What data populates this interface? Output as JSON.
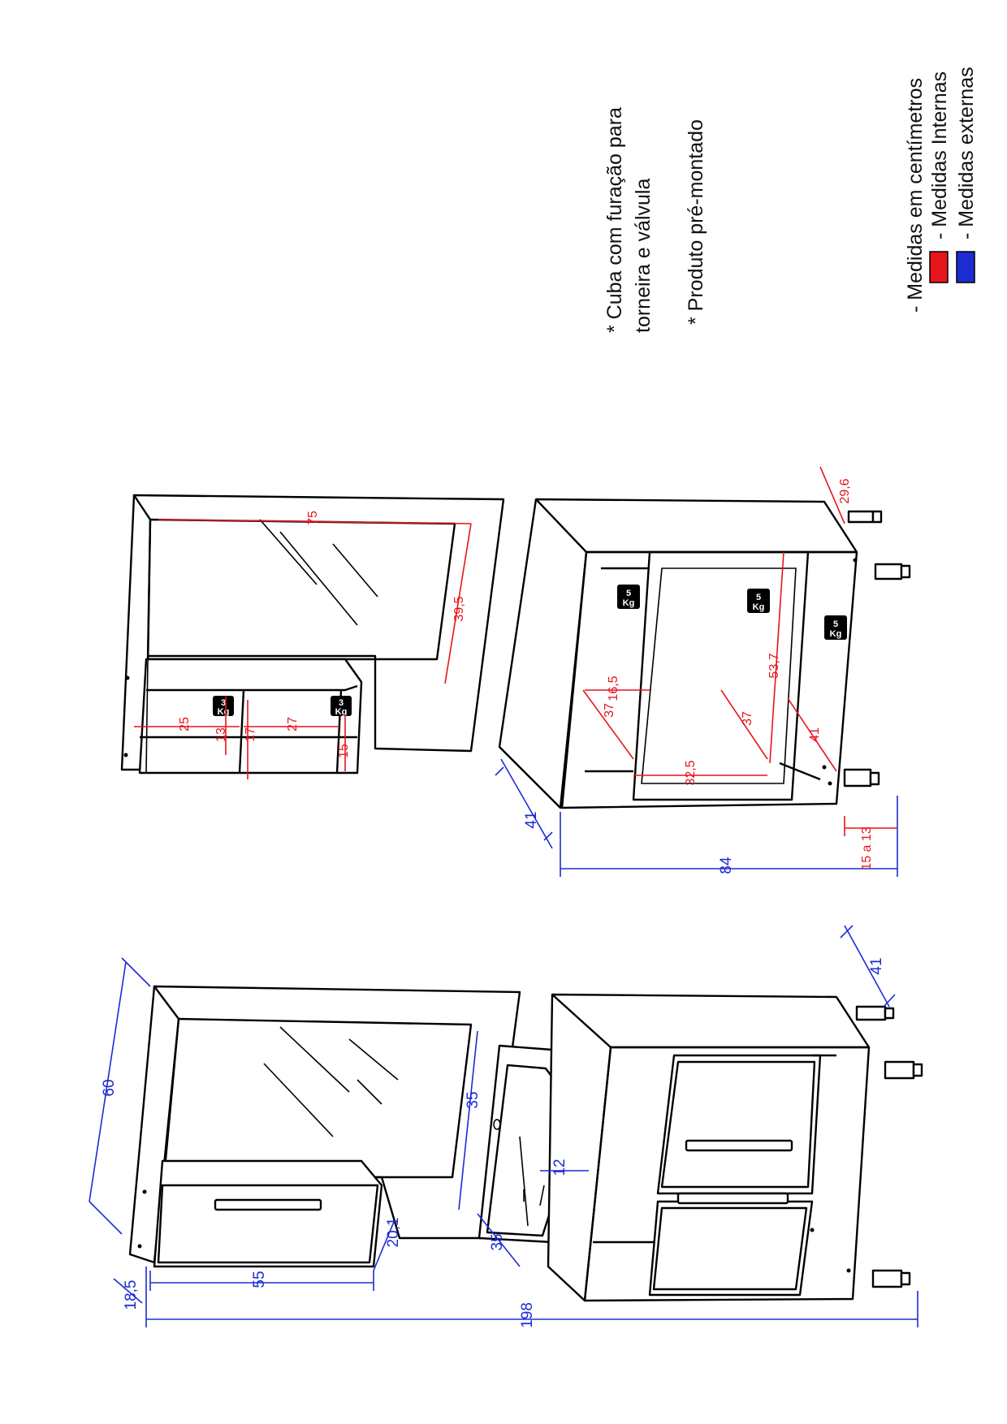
{
  "notes": {
    "note1_line1": "* Cuba com furação para",
    "note1_line2": "torneira e válvula",
    "note2": "* Produto pré-montado"
  },
  "legend": {
    "title": "- Medidas em centímetros",
    "internal": "- Medidas Internas",
    "external": "- Medidas externas",
    "internal_color": "#e8141b",
    "external_color": "#1d2bd3"
  },
  "weights": {
    "w3": "3",
    "w5": "5",
    "unit": "Kg"
  },
  "assembled_view": {
    "width_total": "198",
    "mirror_height": "60",
    "wall_cabinet_height": "55",
    "cabinet_depth": "18,5",
    "wall_cabinet_depth": "20,1",
    "basin_length": "35",
    "basin_width": "35",
    "basin_depth": "12",
    "vanity_depth": "41"
  },
  "open_view": {
    "mirror_width": "75",
    "mirror_height": "39,5",
    "shelf_width_left": "25",
    "shelf_width_right": "27",
    "shelf_h13": "13",
    "shelf_h17": "17",
    "shelf_h15": "15",
    "vanity_depth": "41",
    "vanity_width": "84",
    "leg_height": "15 a 13",
    "top_overhang": "29,6",
    "drawer_d37a": "37",
    "drawer_h16": "16,5",
    "drawer_w32": "32,5",
    "drawer_d37b": "37",
    "drawer_w53": "53,7",
    "shelf_d41": "41"
  }
}
